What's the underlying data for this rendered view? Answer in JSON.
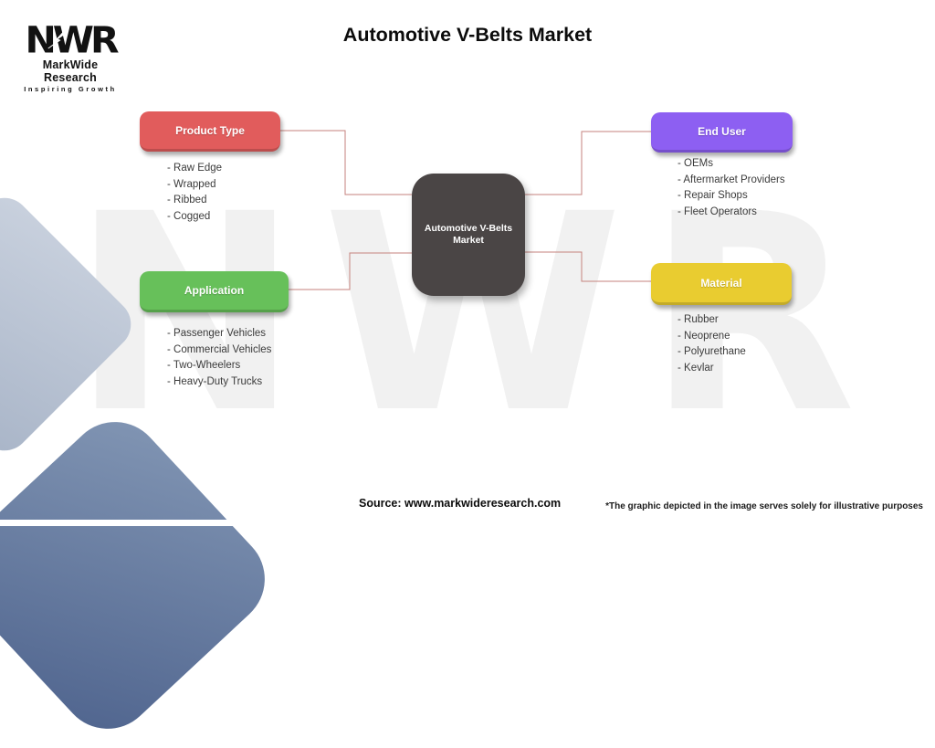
{
  "header": {
    "title": "Automotive V-Belts Market"
  },
  "logo": {
    "mark_display": "NWR",
    "name": "MarkWide Research",
    "tagline": "Inspiring Growth"
  },
  "watermark": "NWR",
  "center_node": {
    "label": "Automotive V-Belts Market",
    "color": "#4a4545"
  },
  "list_bullet": "-",
  "branches": [
    {
      "id": "product-type",
      "label": "Product Type",
      "color": "#e15c5c",
      "items": [
        "Raw Edge",
        "Wrapped",
        "Ribbed",
        "Cogged"
      ]
    },
    {
      "id": "end-user",
      "label": "End User",
      "color": "#8d5ff2",
      "items": [
        "OEMs",
        "Aftermarket Providers",
        "Repair Shops",
        "Fleet Operators"
      ]
    },
    {
      "id": "application",
      "label": "Application",
      "color": "#67c05a",
      "items": [
        "Passenger Vehicles",
        "Commercial Vehicles",
        "Two-Wheelers",
        "Heavy-Duty Trucks"
      ]
    },
    {
      "id": "material",
      "label": "Material",
      "color": "#e9cc30",
      "items": [
        "Rubber",
        "Neoprene",
        "Polyurethane",
        "Kevlar"
      ]
    }
  ],
  "footer": {
    "source": "Source: www.markwideresearch.com",
    "disclaimer": "*The graphic depicted in the image serves solely for illustrative purposes"
  },
  "colors": {
    "connector": "#c5827d",
    "watermark": "#f1f1f1",
    "diamond_light_start": "#c9d1de",
    "diamond_light_end": "#a9b5c8",
    "diamond_dark_start": "#8296b4",
    "diamond_dark_end": "#4f648e"
  }
}
